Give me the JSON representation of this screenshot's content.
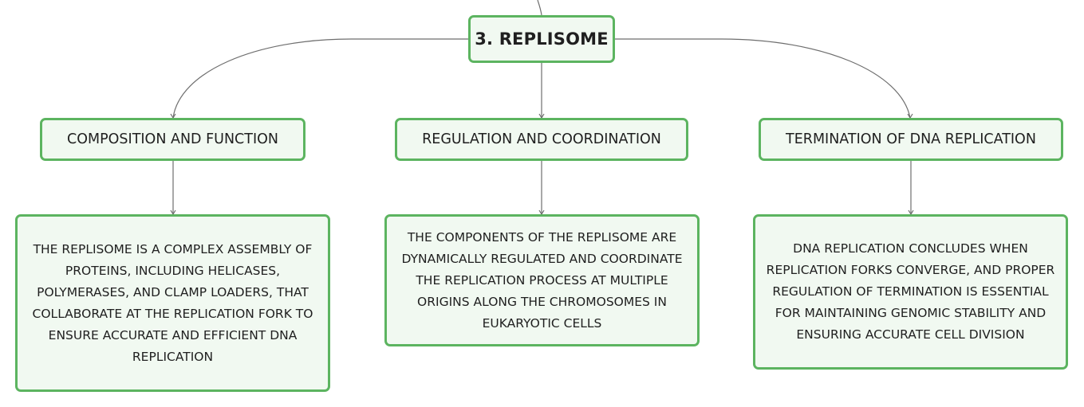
{
  "root": {
    "label": "3. REPLISOME"
  },
  "branches": [
    {
      "label": "COMPOSITION AND FUNCTION",
      "detail": "THE REPLISOME IS A COMPLEX ASSEMBLY OF PROTEINS, INCLUDING HELICASES, POLYMERASES, AND CLAMP LOADERS, THAT COLLABORATE AT THE REPLICATION FORK TO ENSURE ACCURATE AND EFFICIENT DNA REPLICATION"
    },
    {
      "label": "REGULATION AND COORDINATION",
      "detail": "THE COMPONENTS OF THE REPLISOME ARE DYNAMICALLY REGULATED AND COORDINATE THE REPLICATION PROCESS AT MULTIPLE ORIGINS ALONG THE CHROMOSOMES IN EUKARYOTIC CELLS"
    },
    {
      "label": "TERMINATION OF DNA REPLICATION",
      "detail": "DNA REPLICATION CONCLUDES WHEN REPLICATION FORKS CONVERGE, AND PROPER REGULATION OF TERMINATION IS ESSENTIAL FOR MAINTAINING GENOMIC STABILITY AND ENSURING ACCURATE CELL DIVISION"
    }
  ],
  "colors": {
    "node_fill": "#f1f9f1",
    "node_border": "#5cb460",
    "connector": "#6e6e6e"
  }
}
